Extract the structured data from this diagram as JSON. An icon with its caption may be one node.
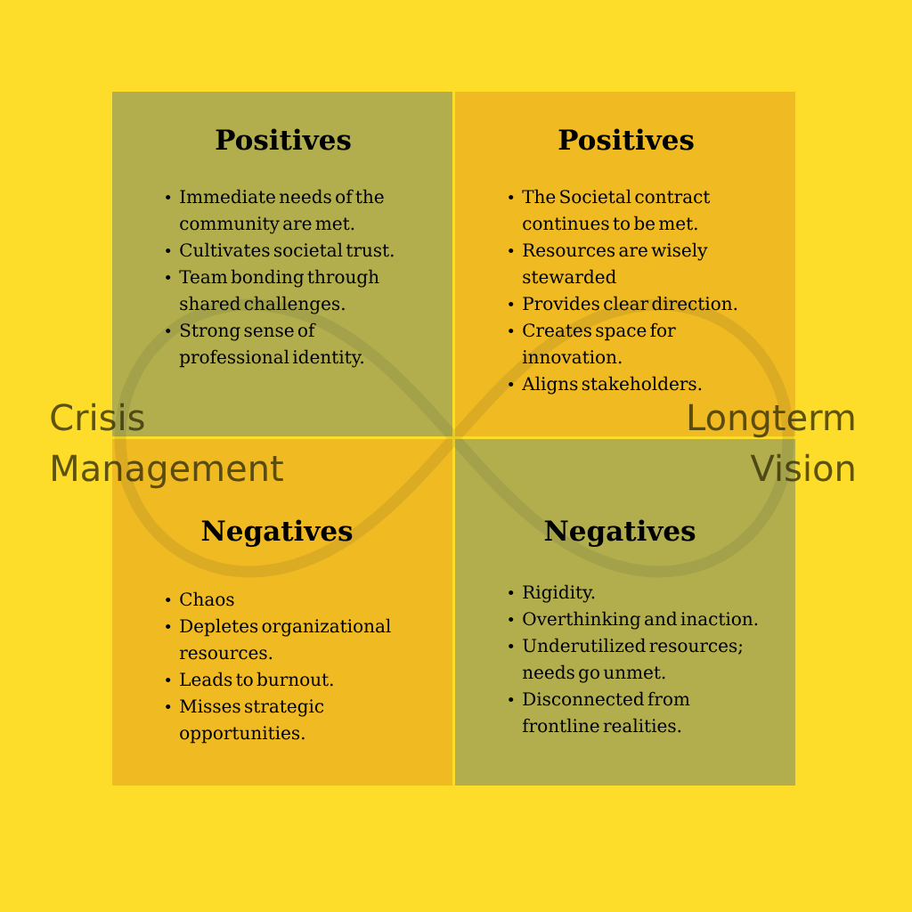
{
  "diagram": {
    "nodes": [
      {
        "text": [
          "Positives",
          "Immediate needs of the community are met.",
          "Cultivates societal trust.",
          "Team bonding through shared challenges.",
          "Strong sense of professional identity."
        ]
      },
      {
        "text": [
          "Positives",
          "The Societal contract continues to be met.",
          "Resources are wisely stewarded",
          "Provides clear direction.",
          "Creates space for innovation.",
          "Aligns stakeholders."
        ]
      },
      {
        "text": [
          "Negatives",
          "Chaos",
          "Depletes organizational resources.",
          "Leads to burnout.",
          "Misses strategic opportunities."
        ]
      },
      {
        "text": [
          "Negatives",
          "Rigidity.",
          "Overthinking and inaction.",
          "Underutilized resources; needs go unmet.",
          "Disconnected from frontline realities."
        ]
      }
    ],
    "labels": [
      "Crisis Management",
      "Longterm Vision"
    ]
  }
}
